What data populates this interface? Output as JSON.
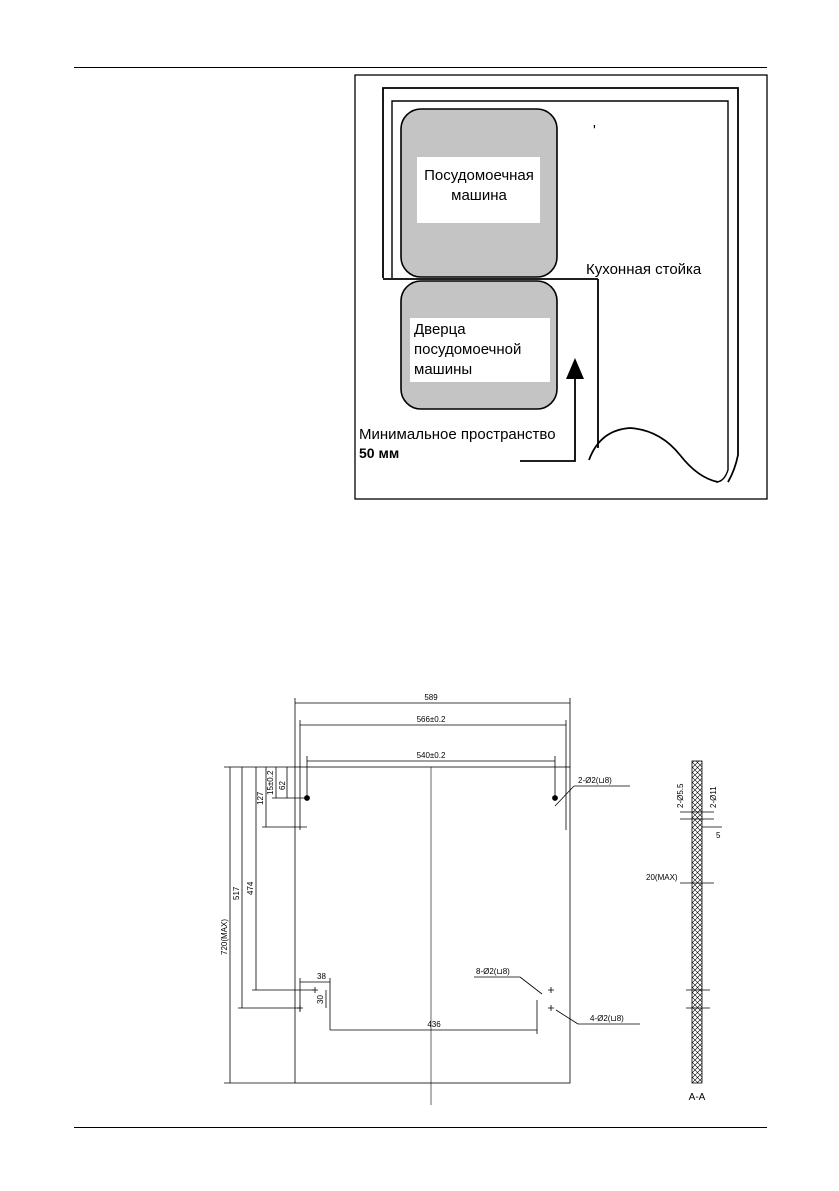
{
  "placement": {
    "dishwasher_label": [
      "Посудомоечная",
      "машина"
    ],
    "door_label": [
      "Дверца",
      "посудомоечной",
      "машины"
    ],
    "counter_label": "Кухонная стойка",
    "clearance_label": [
      "Минимальное пространство",
      "50 мм"
    ],
    "dot": "'"
  },
  "drawing": {
    "dims": {
      "total_width": "589",
      "hole_span_outer": "566±0.2",
      "hole_span_inner": "540±0.2",
      "top_small_1": "15±0.2",
      "top_small_2": "62",
      "height_127": "127",
      "height_474": "474",
      "height_517": "517",
      "height_total": "720(MAX)",
      "bottom_38": "38",
      "bottom_30": "30",
      "bottom_436": "436"
    },
    "callouts": {
      "top_holes": "2-Ø2(⊔8)",
      "middle_holes": "8-Ø2(⊔8)",
      "bottom_holes": "4-Ø2(⊔8)"
    },
    "section": {
      "dim_55": "2-Ø5.5",
      "dim_11": "2-Ø11",
      "dim_5": "5",
      "thickness": "20(MAX)",
      "label": "A-A"
    }
  }
}
